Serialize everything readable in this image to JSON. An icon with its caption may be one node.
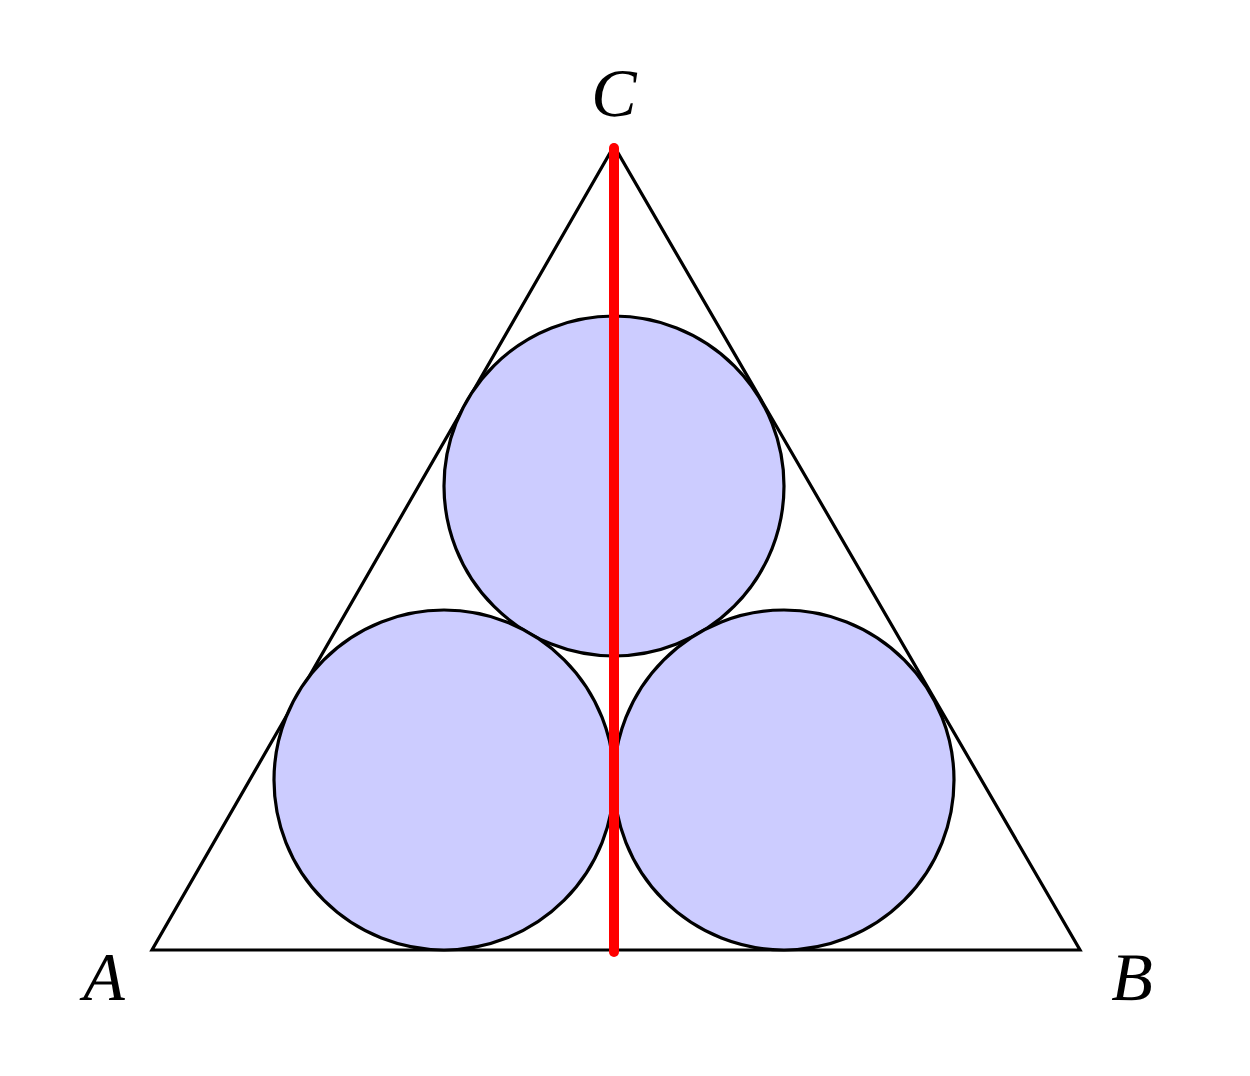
{
  "diagram": {
    "labels": [
      "C",
      "A",
      "B"
    ]
  }
}
